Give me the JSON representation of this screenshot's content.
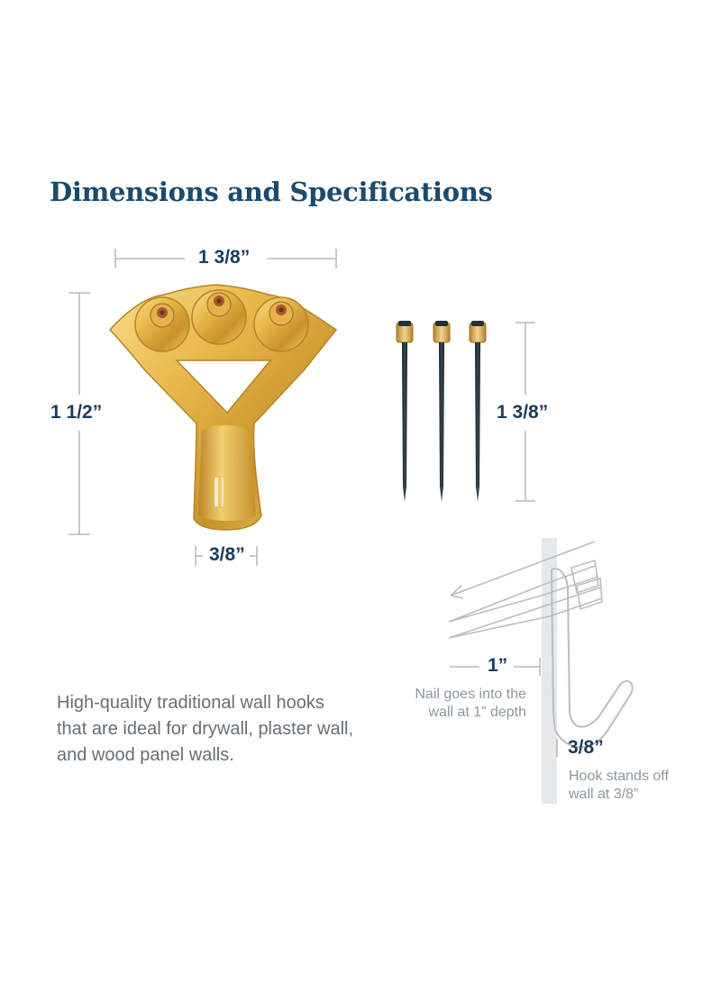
{
  "title": "Dimensions and Specifications",
  "hook_width": "1 3/8”",
  "hook_height": "1 1/2”",
  "hook_base_width": "3/8”",
  "nail_length": "1 3/8”",
  "nail_depth": "1”",
  "nail_depth_caption": [
    "Nail goes into the",
    "wall at 1” depth"
  ],
  "standoff": "3/8”",
  "standoff_caption": [
    "Hook stands off",
    "wall at 3/8”"
  ],
  "description": "High-quality traditional wall hooks that are ideal for drywall, plaster wall, and wood panel walls.",
  "colors": {
    "title": "#1b4a6e",
    "dimension_text": "#1b3c5c",
    "dimension_lines": "#a7aeb5",
    "brass": "#d9a93a",
    "nail": "#1f2b33",
    "caption": "#8c97a1"
  }
}
